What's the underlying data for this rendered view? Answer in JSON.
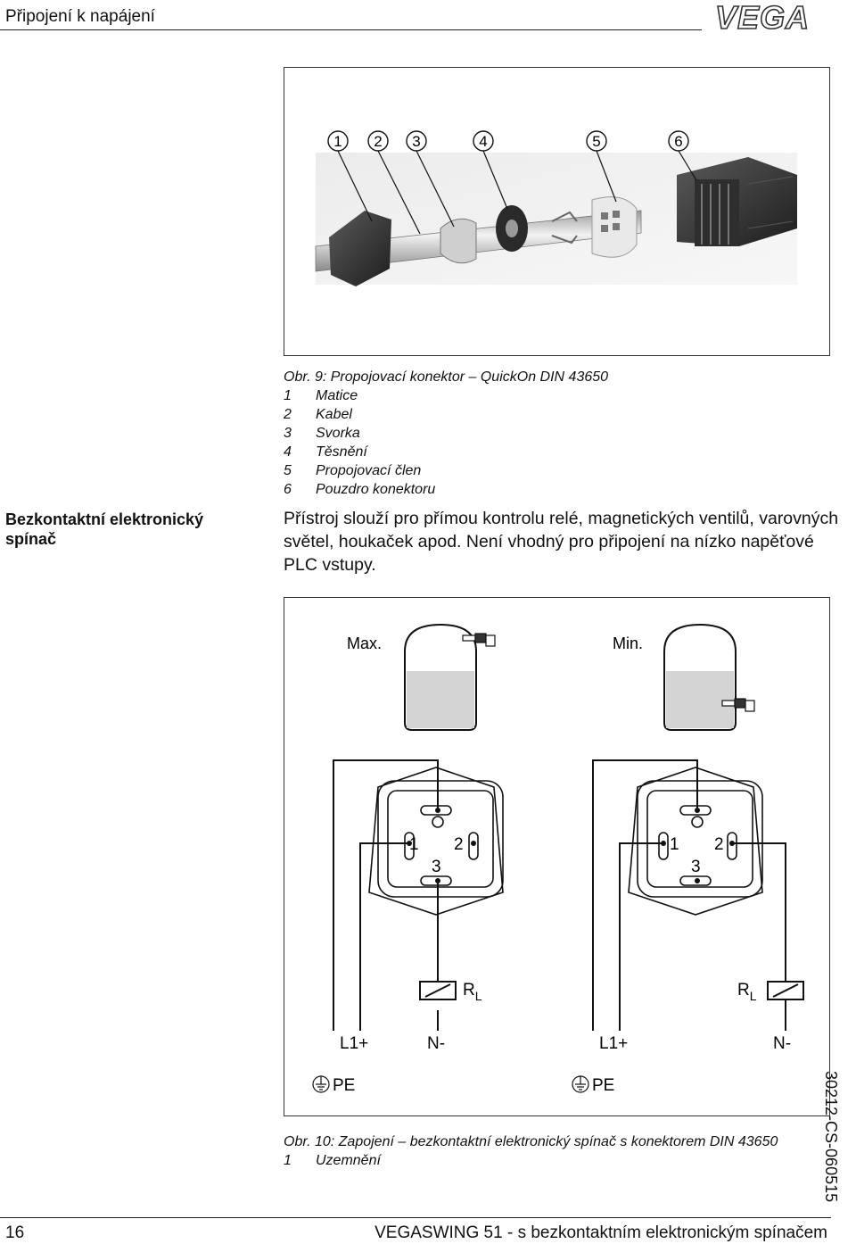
{
  "header": {
    "section_title": "Připojení k napájení",
    "logo_text": "VEGA"
  },
  "figure9": {
    "callouts": [
      "1",
      "2",
      "3",
      "4",
      "5",
      "6"
    ],
    "caption_title": "Obr. 9: Propojovací konektor – QuickOn DIN 43650",
    "legend": [
      {
        "num": "1",
        "label": "Matice"
      },
      {
        "num": "2",
        "label": "Kabel"
      },
      {
        "num": "3",
        "label": "Svorka"
      },
      {
        "num": "4",
        "label": "Těsnění"
      },
      {
        "num": "5",
        "label": "Propojovací člen"
      },
      {
        "num": "6",
        "label": "Pouzdro konektoru"
      }
    ]
  },
  "section": {
    "side_heading": "Bezkontaktní elektronický spínač",
    "body": "Přístroj slouží pro přímou kontrolu relé, magnetických ventilů, varovných světel, houkaček apod. Není vhodný pro připojení na nízko napěťové PLC vstupy."
  },
  "figure10": {
    "max_label": "Max.",
    "min_label": "Min.",
    "pin1": "1",
    "pin2": "2",
    "pin3": "3",
    "rl": "R",
    "rl_sub": "L",
    "l1": "L1+",
    "n": "N-",
    "pe": "PE",
    "caption_title": "Obr. 10: Zapojení – bezkontaktní elektronický spínač s konektorem DIN 43650",
    "legend": [
      {
        "num": "1",
        "label": "Uzemnění"
      }
    ]
  },
  "side_code": "30212-CS-060515",
  "footer": {
    "page_number": "16",
    "title": "VEGASWING 51 - s bezkontaktním elektronickým spínačem"
  },
  "colors": {
    "liquid": "#d4d4d4",
    "dark_part": "#3a3a3a",
    "line": "#111111"
  }
}
